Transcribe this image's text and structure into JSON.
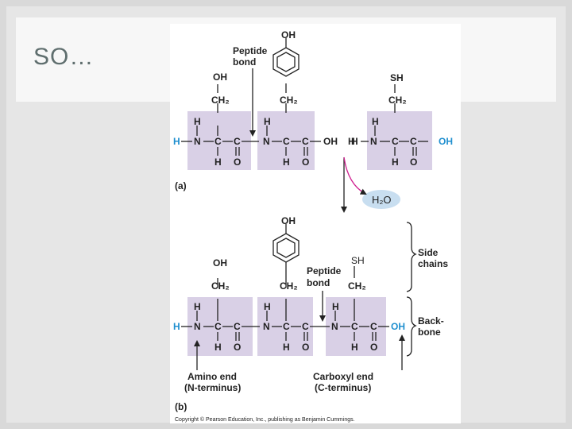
{
  "slide": {
    "title": "SO…"
  },
  "labels": {
    "peptide_bond_1": "Peptide",
    "peptide_bond_2": "bond",
    "side_chains_1": "Side",
    "side_chains_2": "chains",
    "backbone_1": "Back-",
    "backbone_2": "bone",
    "amino_end_1": "Amino end",
    "amino_end_2": "(N-terminus)",
    "carboxyl_end_1": "Carboxyl end",
    "carboxyl_end_2": "(C-terminus)",
    "part_a": "(a)",
    "part_b": "(b)",
    "water": "H₂O",
    "copyright": "Copyright © Pearson Education, Inc., publishing as Benjamin Cummings."
  },
  "atoms": {
    "H": "H",
    "N": "N",
    "C": "C",
    "O": "O",
    "OH": "OH",
    "SH": "SH",
    "CH2": "CH₂",
    "dash": "–"
  },
  "colors": {
    "box": "#d9d0e6",
    "blue": "#1f8fcf",
    "water_bg": "#c8def0"
  }
}
